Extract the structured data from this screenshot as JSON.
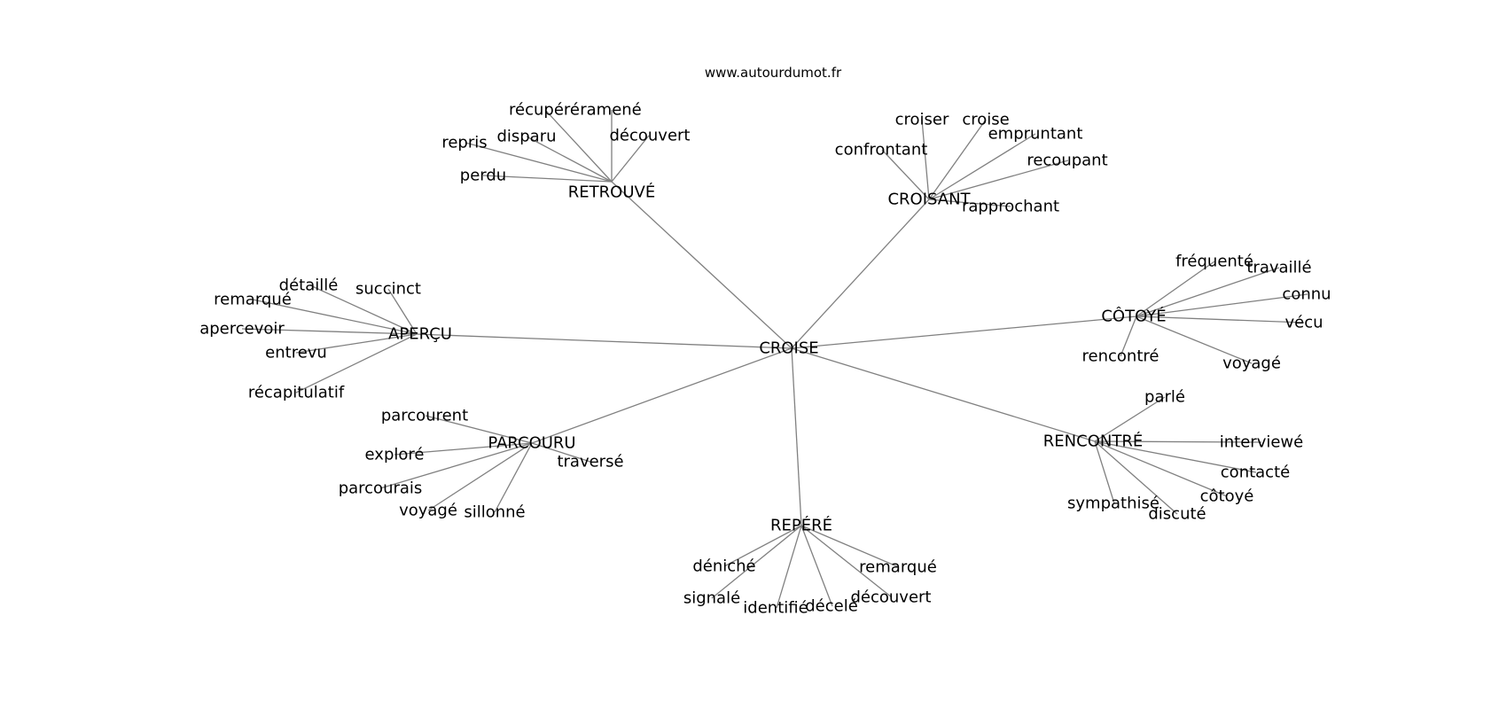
{
  "credit": "www.autourdumot.fr",
  "root": "CROISE",
  "clusters": [
    {
      "id": "retrouve",
      "label": "RETROUVÉ",
      "words": [
        "récupéré",
        "ramené",
        "découvert",
        "repris",
        "disparu",
        "perdu"
      ]
    },
    {
      "id": "croisant",
      "label": "CROISANT",
      "words": [
        "croiser",
        "croise",
        "empruntant",
        "confrontant",
        "recoupant",
        "rapprochant"
      ]
    },
    {
      "id": "apercu",
      "label": "APERÇU",
      "words": [
        "détaillé",
        "succinct",
        "remarqué",
        "apercevoir",
        "entrevu",
        "récapitulatif"
      ]
    },
    {
      "id": "cotoye",
      "label": "CÔTOYÉ",
      "words": [
        "fréquenté",
        "travaillé",
        "connu",
        "vécu",
        "rencontré",
        "voyagé"
      ]
    },
    {
      "id": "parcouru",
      "label": "PARCOURU",
      "words": [
        "parcourent",
        "exploré",
        "traversé",
        "parcourais",
        "voyagé",
        "sillonné"
      ]
    },
    {
      "id": "rencontre",
      "label": "RENCONTRÉ",
      "words": [
        "parlé",
        "interviewé",
        "contacté",
        "côtoyé",
        "sympathisé",
        "discuté"
      ]
    },
    {
      "id": "repere",
      "label": "REPÉRÉ",
      "words": [
        "déniché",
        "remarqué",
        "signalé",
        "découvert",
        "identifié",
        "décelé"
      ]
    }
  ]
}
